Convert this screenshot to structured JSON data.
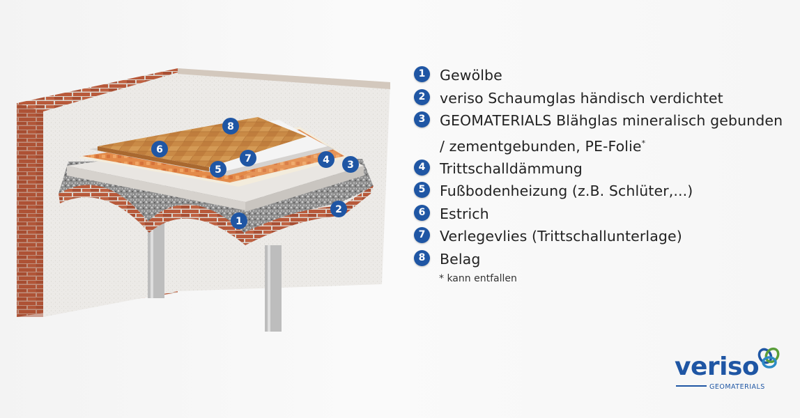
{
  "legend": [
    {
      "number": "1",
      "text": "Gewölbe",
      "sup": ""
    },
    {
      "number": "2",
      "text": "veriso Schaumglas händisch verdichtet",
      "sup": ""
    },
    {
      "number": "3",
      "text": "GEOMATERIALS Blähglas mineralisch gebunden / zementgebunden, PE-Folie",
      "sup": "*"
    },
    {
      "number": "4",
      "text": "Trittschalldämmung",
      "sup": ""
    },
    {
      "number": "5",
      "text": "Fußbodenheizung (z.B. Schlüter,...)",
      "sup": ""
    },
    {
      "number": "6",
      "text": "Estrich",
      "sup": ""
    },
    {
      "number": "7",
      "text": "Verlegevlies (Trittschallunterlage)",
      "sup": ""
    },
    {
      "number": "8",
      "text": "Belag",
      "sup": ""
    }
  ],
  "markers": [
    "1",
    "2",
    "3",
    "4",
    "5",
    "6",
    "7",
    "8"
  ],
  "footnote": "* kann entfallen",
  "logo": {
    "word": "veriso",
    "sub": "GEOMATERIALS"
  },
  "colors": {
    "badge": "#1f56a4",
    "brick": "#b5583a",
    "wood": "#c98a46",
    "heating": "#e07a36"
  }
}
